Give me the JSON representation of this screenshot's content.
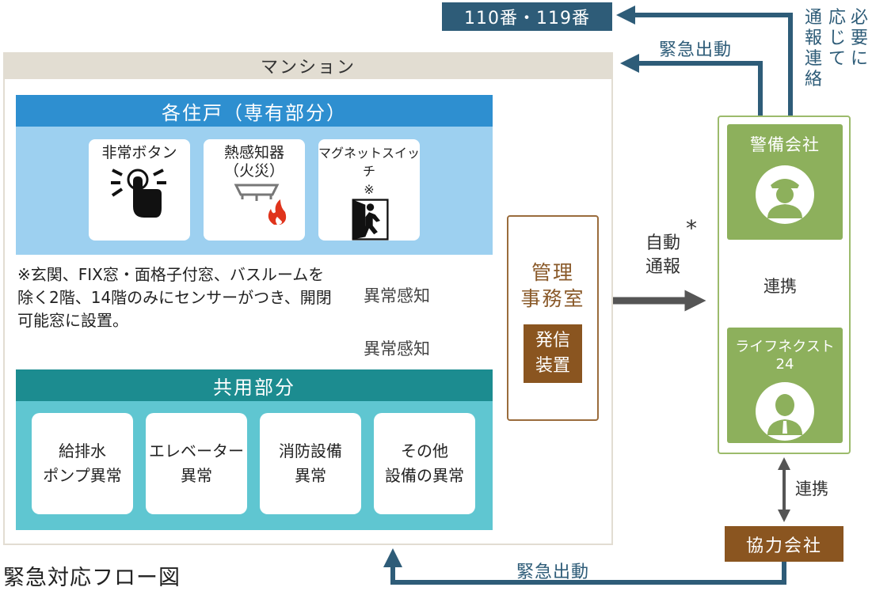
{
  "emergency_numbers": "110番・119番",
  "dispatch_top": "緊急出動",
  "contact_note": [
    "必要に",
    "応じて",
    "通報連絡"
  ],
  "mansion": {
    "title": "マンション",
    "units": {
      "title": "各住戸（専有部分）",
      "sensors": [
        {
          "label": "非常ボタン",
          "icon": "emergency-button-icon"
        },
        {
          "label": "熱感知器\n（火災）",
          "icon": "heat-detector-icon"
        },
        {
          "label": "マグネットスイッチ\n※",
          "icon": "magnet-switch-icon"
        }
      ],
      "note": "※玄関、FIX窓・面格子付窓、バスルームを除く2階、14階のみにセンサーがつき、開閉可能窓に設置。"
    },
    "common": {
      "title": "共用部分",
      "items": [
        "給排水\nポンプ異常",
        "エレベーター\n異常",
        "消防設備\n異常",
        "その他\n設備の異常"
      ]
    }
  },
  "abnormal_detect_1": "異常感知",
  "abnormal_detect_2": "異常感知",
  "management": {
    "title": "管理\n事務室",
    "device": "発信\n装置"
  },
  "auto_report": "自動\n通報",
  "auto_asterisk": "*",
  "security": {
    "company1": {
      "name": "警備会社",
      "icon": "security-guard-icon"
    },
    "company2": {
      "name": "ライフネクスト24",
      "icon": "operator-person-icon"
    },
    "link_label": "連携"
  },
  "partner_link_label": "連携",
  "partner": "協力会社",
  "dispatch_bottom": "緊急出動",
  "title": "緊急対応フロー図",
  "colors": {
    "navy": "#2e5c78",
    "blue": "#2e8fd0",
    "teal": "#1c8c90",
    "green": "#8db05c",
    "brown": "#8a5520",
    "gray_arrow": "#555555"
  }
}
